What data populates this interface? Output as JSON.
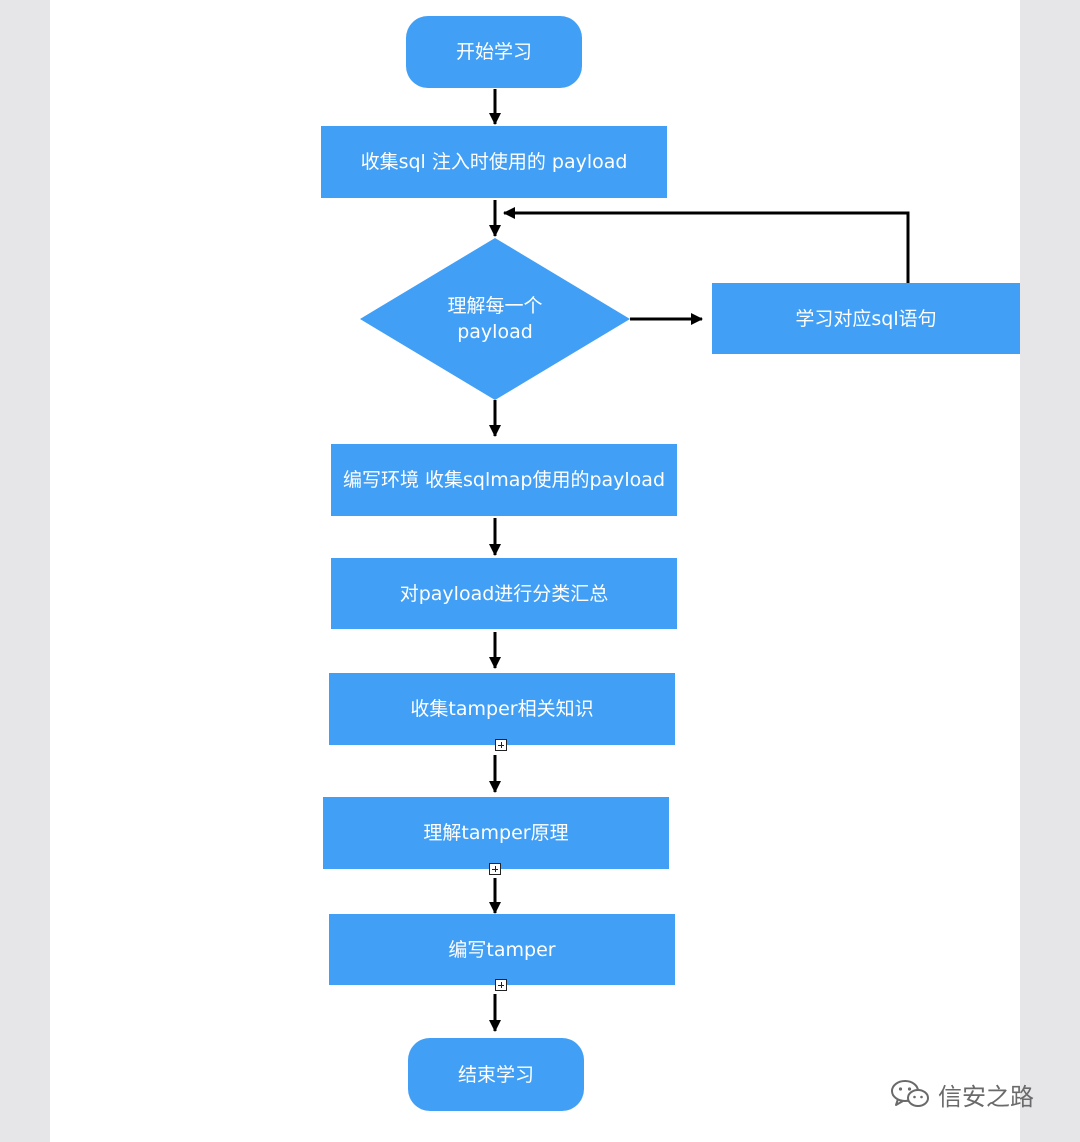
{
  "flow": {
    "start": "开始学习",
    "collect_payload": "收集sql 注入时使用的 payload",
    "decision_line1": "理解每一个",
    "decision_line2": "payload",
    "side_step": "学习对应sql语句",
    "env_collect": "编写环境 收集sqlmap使用的payload",
    "classify": "对payload进行分类汇总",
    "tamper_knowledge": "收集tamper相关知识",
    "tamper_principle": "理解tamper原理",
    "write_tamper": "编写tamper",
    "end": "结束学习"
  },
  "watermark": {
    "text": "信安之路",
    "icon": "wechat-icon"
  },
  "colors": {
    "node": "#419ff5",
    "arrow": "#000000",
    "page": "#ffffff",
    "background": "#e6e6e8"
  }
}
